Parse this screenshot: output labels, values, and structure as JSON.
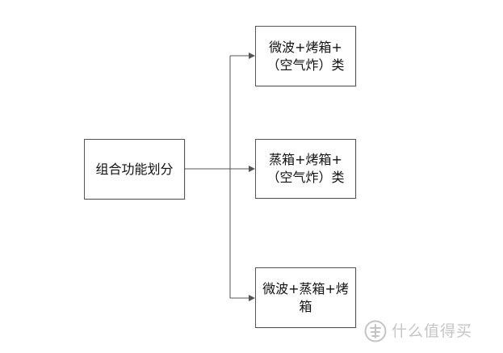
{
  "diagram": {
    "root": {
      "label": "组合功能划分"
    },
    "children": [
      {
        "label": "微波+烤箱+\n（空气炸）类"
      },
      {
        "label": "蒸箱+烤箱+\n（空气炸）类"
      },
      {
        "label": "微波+蒸箱+烤\n箱"
      }
    ]
  },
  "watermark": {
    "text": "什么值得买"
  },
  "colors": {
    "background": "#ffffff",
    "box_border": "#555555",
    "line": "#555555",
    "watermark": "#7e7e7e"
  },
  "icons": {
    "watermark_logo": "smzdm-logo-icon"
  }
}
